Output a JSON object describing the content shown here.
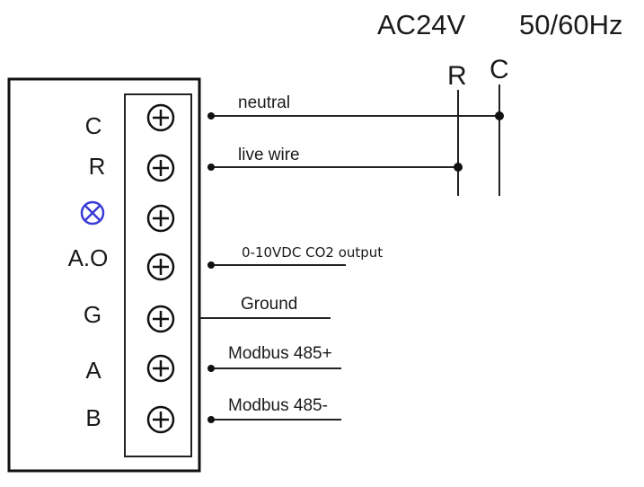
{
  "supply": {
    "voltage": "AC24V",
    "frequency": "50/60Hz",
    "bus_r": "R",
    "bus_c": "C"
  },
  "terminals": [
    {
      "label": "C",
      "wire_label": "neutral"
    },
    {
      "label": "R",
      "wire_label": "live wire"
    },
    {
      "label": "",
      "icon": "lamp-cross-icon",
      "wire_label": ""
    },
    {
      "label": "A.O",
      "wire_label": "0-10VDC CO2 output"
    },
    {
      "label": "G",
      "wire_label": "Ground"
    },
    {
      "label": "A",
      "wire_label": "Modbus 485+"
    },
    {
      "label": "B",
      "wire_label": "Modbus 485-"
    }
  ],
  "colors": {
    "line": "#222222",
    "lamp_icon": "#3a3ad6",
    "background": "#ffffff"
  }
}
